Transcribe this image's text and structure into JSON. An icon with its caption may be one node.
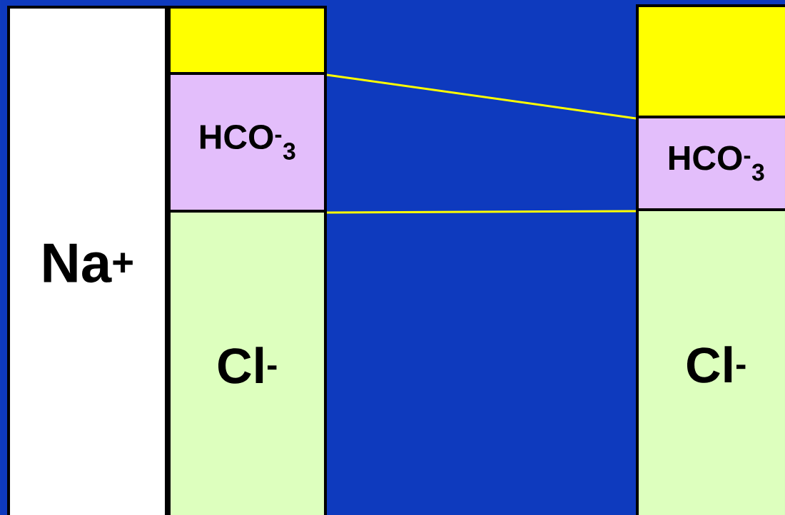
{
  "diagram": {
    "nodes": [
      {
        "text": [
          "Na$^{+}$"
        ]
      },
      {
        "text": [],
        "shape": "box"
      },
      {
        "text": [
          "HCO$^{-}$$_{3}$"
        ]
      },
      {
        "text": [
          "Cl$^{-}$"
        ]
      },
      {
        "text": [],
        "shape": "box"
      },
      {
        "text": [
          "HCO$^{-}$$_{3}$"
        ]
      },
      {
        "text": [
          "Cl$^{-}$"
        ]
      }
    ],
    "edges": [
      {
        "from": 1,
        "to": 4,
        "arrow": "none"
      },
      {
        "from": 2,
        "to": 5,
        "arrow": "none"
      }
    ]
  }
}
